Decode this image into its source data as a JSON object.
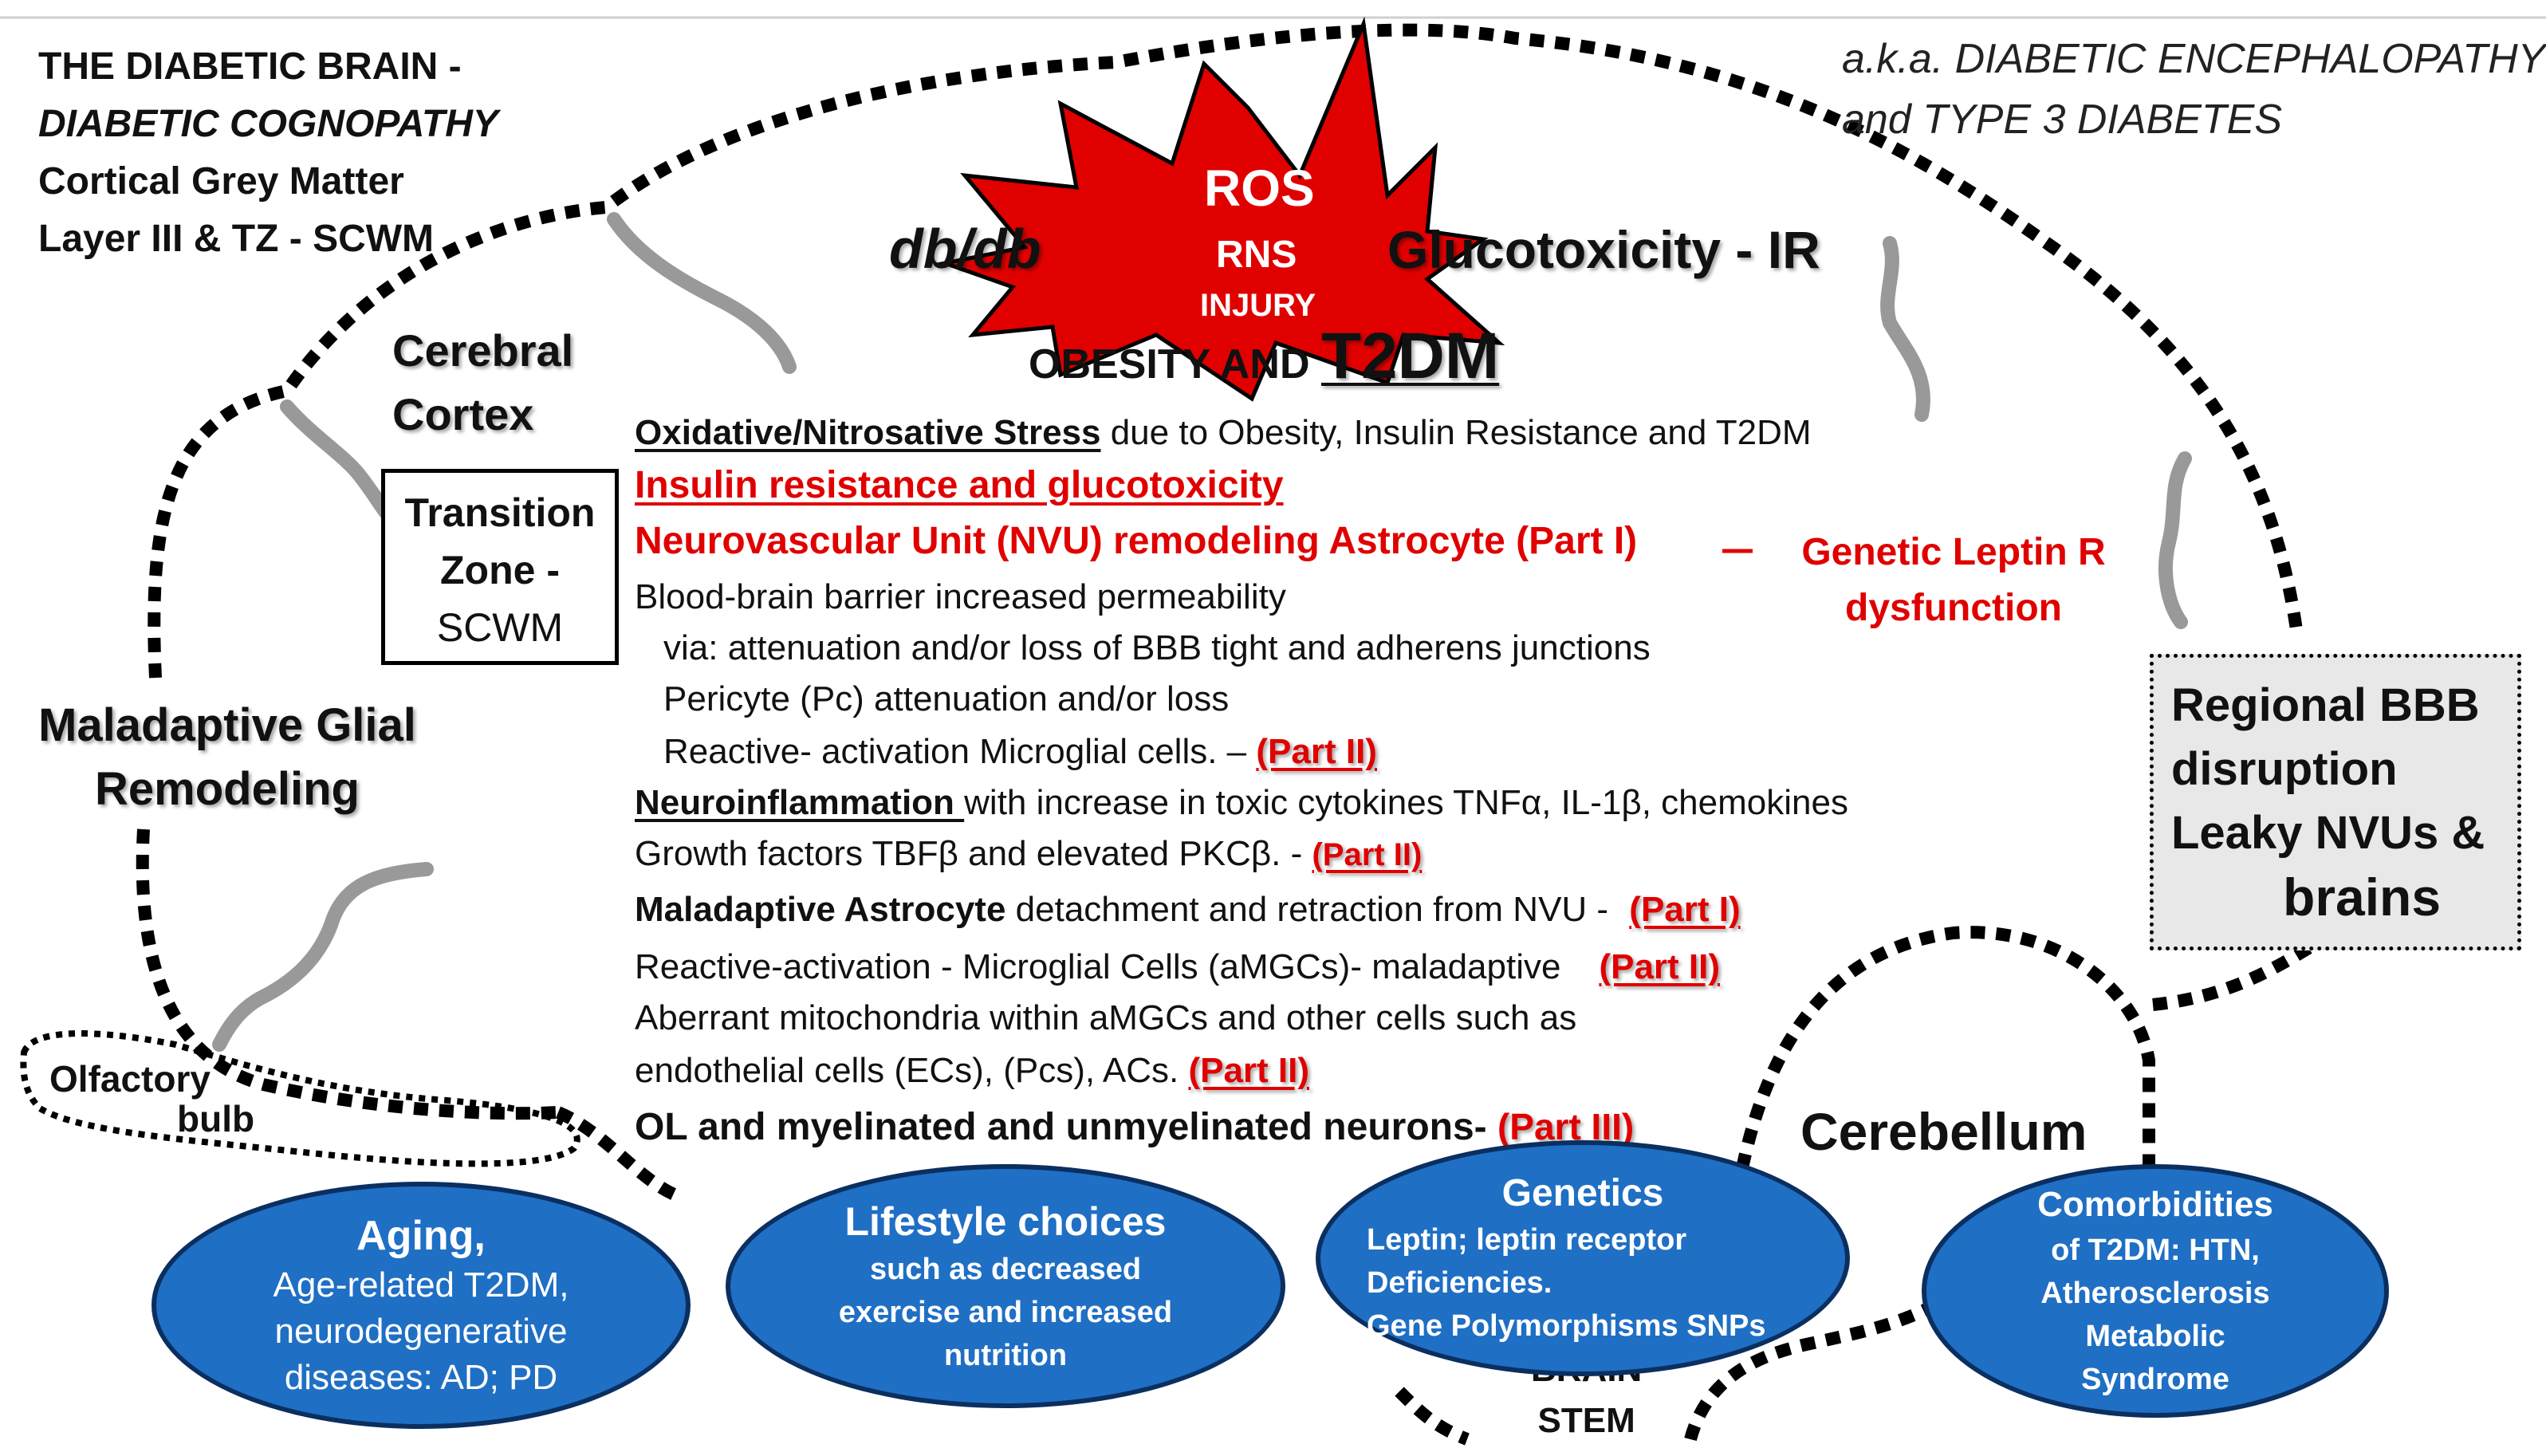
{
  "title_block": {
    "line1": "THE DIABETIC BRAIN -",
    "line2": "DIABETIC COGNOPATHY",
    "line3": "Cortical Grey Matter",
    "line4": "Layer III & TZ - SCWM"
  },
  "aka_block": {
    "line1": "a.k.a. DIABETIC ENCEPHALOPATHY",
    "line2": "and TYPE 3 DIABETES"
  },
  "star": {
    "ros": "ROS",
    "rns": "RNS",
    "injury": "INJURY",
    "fill_color": "#e00000"
  },
  "dbdb": "db/db",
  "glucotoxicity": "Glucotoxicity - IR",
  "obesity_prefix": "OBESITY AND",
  "t2dm": "T2DM",
  "cerebral_cortex": {
    "line1": "Cerebral",
    "line2": "Cortex"
  },
  "transition_zone": {
    "line1": "Transition",
    "line2": "Zone -",
    "line3": "SCWM"
  },
  "maladaptive_glial": {
    "line1": "Maladaptive Glial",
    "line2": "Remodeling"
  },
  "olfactory": {
    "line1": "Olfactory",
    "line2": "bulb"
  },
  "cerebellum": "Cerebellum",
  "leptin": {
    "line1": "Genetic Leptin R",
    "line2": "dysfunction"
  },
  "regional_bbb": {
    "line1": "Regional BBB",
    "line2": "disruption",
    "line3": "Leaky NVUs &",
    "line4": "brains"
  },
  "brain_stem": {
    "line1": "BRAIN",
    "line2": "STEM"
  },
  "list": {
    "l1_head": "Oxidative/Nitrosative Stress",
    "l1_rest": " due to Obesity, Insulin Resistance and T2DM",
    "l2": "Insulin resistance and glucotoxicity ",
    "l3": "Neurovascular Unit (NVU) remodeling  Astrocyte  (Part I)",
    "l4": "Blood-brain barrier increased permeability",
    "l5": "via: attenuation and/or loss of BBB tight and adherens junctions",
    "l6": "Pericyte (Pc) attenuation and/or loss",
    "l7_text": "Reactive- activation Microglial cells. – ",
    "l7_part": "(Part II)",
    "l8_head": "Neuroinflammation ",
    "l8_rest": "with increase in toxic cytokines TNFα, IL-1β, chemokines",
    "l9_text": "Growth factors TBFβ and elevated PKCβ. - ",
    "l9_part": "(Part II)",
    "l10_head": "Maladaptive Astrocyte",
    "l10_rest": " detachment and retraction from NVU - ",
    "l10_part": "(Part I)",
    "l11_text": "Reactive-activation - Microglial Cells (aMGCs)- maladaptive",
    "l11_part": "(Part II)",
    "l12": "Aberrant mitochondria within aMGCs and other cells such as",
    "l13_text": "endothelial cells (ECs), (Pcs), ACs.  ",
    "l13_part": "(Part II)",
    "l14_text": "OL and myelinated and unmyelinated neurons- ",
    "l14_part": "(Part III)"
  },
  "ellipses": {
    "aging": {
      "title": "Aging,",
      "l1": "Age-related T2DM,",
      "l2": "neurodegenerative",
      "l3": "diseases:  AD; PD"
    },
    "lifestyle": {
      "title": "Lifestyle choices",
      "l1": "such as  decreased",
      "l2": "exercise and increased",
      "l3": "nutrition"
    },
    "genetics": {
      "title": "Genetics",
      "l1": "Leptin; leptin receptor",
      "l2": "Deficiencies.",
      "l3": "Gene Polymorphisms  SNPs"
    },
    "comorbidities": {
      "title": "Comorbidities",
      "l1": "of  T2DM: HTN,",
      "l2": "Atherosclerosis",
      "l3": "Metabolic",
      "l4": "Syndrome"
    },
    "fill_color": "#1f6fc4"
  }
}
